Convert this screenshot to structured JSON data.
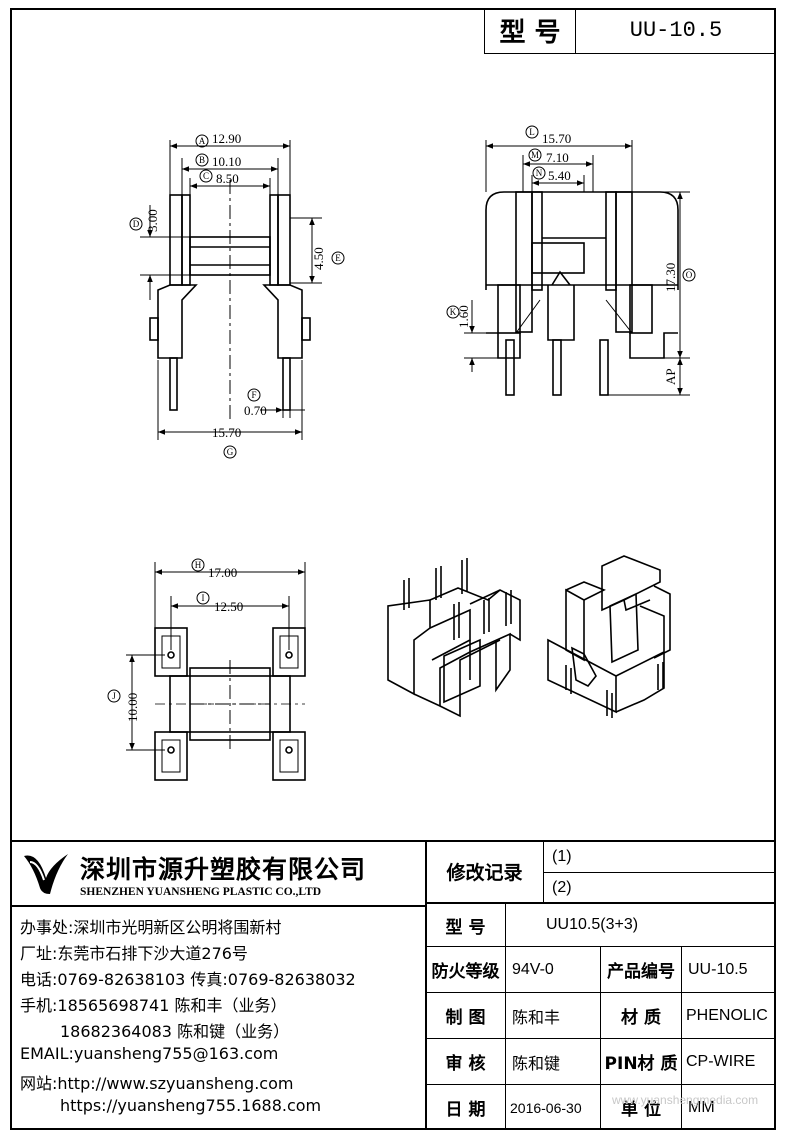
{
  "title_block": {
    "model_label": "型 号",
    "model_value": "UU-10.5"
  },
  "drawing": {
    "front_view": {
      "dims": {
        "A": "12.90",
        "B": "10.10",
        "C": "8.50",
        "D": "3.00",
        "E": "4.50",
        "F": "0.70",
        "G": "15.70"
      },
      "circles": {
        "A": "A",
        "B": "B",
        "C": "C",
        "D": "D",
        "E": "E",
        "F": "F",
        "G": "G"
      }
    },
    "side_view": {
      "dims": {
        "L": "15.70",
        "M": "7.10",
        "N": "5.40",
        "K": "1.60",
        "O": "17.30",
        "AP": "AP"
      },
      "circles": {
        "L": "L",
        "M": "M",
        "N": "N",
        "K": "K",
        "O": "O"
      }
    },
    "bottom_view": {
      "dims": {
        "H": "17.00",
        "I": "12.50",
        "J": "10.00"
      },
      "circles": {
        "H": "H",
        "I": "I",
        "J": "J"
      }
    }
  },
  "company": {
    "name_cn": "深圳市源升塑胶有限公司",
    "name_en": "SHENZHEN YUANSHENG PLASTIC CO.,LTD",
    "office": "办事处:深圳市光明新区公明将围新村",
    "factory": "厂址:东莞市石排下沙大道276号",
    "phone_fax": "电话:0769-82638103 传真:0769-82638032",
    "mobile1": "手机:18565698741 陈和丰（业务）",
    "mobile2": "18682364083 陈和键（业务）",
    "email": "EMAIL:yuansheng755@163.com",
    "website1": "网站:http://www.szyuansheng.com",
    "website2": "https://yuansheng755.1688.com"
  },
  "spec": {
    "revision_label": "修改记录",
    "rev1": "(1)",
    "rev2": "(2)",
    "model_label": "型 号",
    "model_value": "UU10.5(3+3)",
    "fire_label": "防火等级",
    "fire_value": "94V-0",
    "product_no_label": "产品编号",
    "product_no_value": "UU-10.5",
    "drawn_label": "制 图",
    "drawn_value": "陈和丰",
    "material_label": "材 质",
    "material_value": "PHENOLIC",
    "check_label": "审 核",
    "check_value": "陈和键",
    "pin_label": "PIN材 质",
    "pin_value": "CP-WIRE",
    "date_label": "日 期",
    "date_value": "2016-06-30",
    "unit_label": "单 位",
    "unit_value": "MM"
  },
  "watermark": "www.yuanshengmedia.com"
}
